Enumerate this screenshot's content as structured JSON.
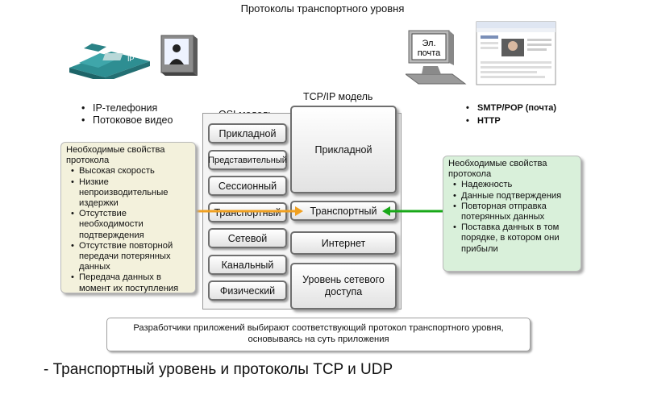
{
  "title": "Протоколы транспортного уровня",
  "left_apps": [
    "IP-телефония",
    "Потоковое видео"
  ],
  "right_apps": [
    "SMTP/POP (почта)",
    "HTTP"
  ],
  "phone_label": "IP",
  "email_label_line1": "Эл.",
  "email_label_line2": "почта",
  "osi_title": "OSI модель",
  "tcpip_title": "TCP/IP модель",
  "osi_layers": [
    "Прикладной",
    "Представительный",
    "Сессионный",
    "Транспортный",
    "Сетевой",
    "Канальный",
    "Физический"
  ],
  "tcpip_layers": [
    "Прикладной",
    "Транспортный",
    "Интернет",
    "Уровень сетевого доступа"
  ],
  "left_props": {
    "title": "Необходимые свойства протокола",
    "items": [
      "Высокая скорость",
      "Низкие непроизводительные издержки",
      "Отсутствие необходимости подтверждения",
      "Отсутствие повторной передачи потерянных данных",
      "Передача данных в момент их поступления"
    ]
  },
  "right_props": {
    "title": "Необходимые свойства протокола",
    "items": [
      "Надежность",
      "Данные подтверждения",
      "Повторная отправка потерянных данных",
      "Поставка данных в том порядке, в котором они прибыли"
    ]
  },
  "note": "Разработчики приложений выбирают соответствующий протокол транспортного уровня, основываясь на суть приложения",
  "caption": "- Транспортный уровень и протоколы TCP и UDP",
  "colors": {
    "left_box": "#f3f1dc",
    "right_box": "#d9f0da",
    "orange_arrow": "#f0a020",
    "green_arrow": "#18a818"
  }
}
